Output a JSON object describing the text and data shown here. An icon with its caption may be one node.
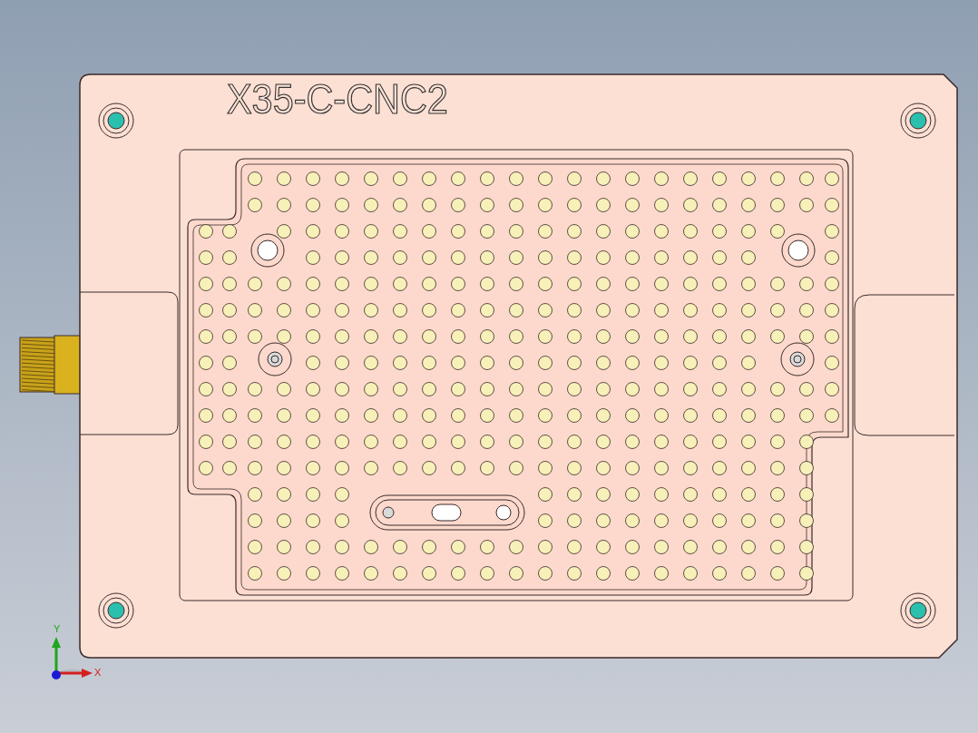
{
  "diagram": {
    "labels": [
      "X35-C-CNC2",
      "Y",
      "X"
    ]
  }
}
